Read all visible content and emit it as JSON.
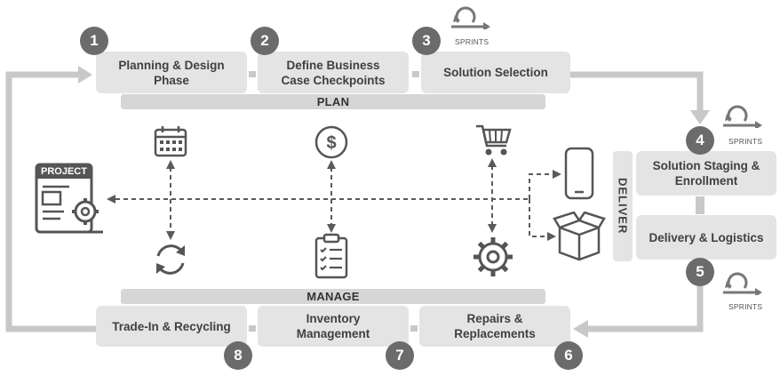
{
  "steps": [
    {
      "number": "1",
      "label": "Planning & Design\nPhase"
    },
    {
      "number": "2",
      "label": "Define Business\nCase Checkpoints"
    },
    {
      "number": "3",
      "label": "Solution Selection"
    },
    {
      "number": "4",
      "label": "Solution Staging &\nEnrollment"
    },
    {
      "number": "5",
      "label": "Delivery & Logistics"
    },
    {
      "number": "6",
      "label": "Repairs &\nReplacements"
    },
    {
      "number": "7",
      "label": "Inventory\nManagement"
    },
    {
      "number": "8",
      "label": "Trade-In & Recycling"
    }
  ],
  "bars": {
    "plan": "PLAN",
    "manage": "MANAGE",
    "deliver": "DELIVER"
  },
  "sprints": {
    "label": "SPRINTS"
  },
  "project_label": "PROJECT",
  "icons": [
    "calendar-icon",
    "dollar-icon",
    "shopping-cart-icon",
    "smartphone-icon",
    "package-box-icon",
    "refresh-cycle-icon",
    "clipboard-checklist-icon",
    "gear-icon",
    "project-document-icon",
    "sprint-loop-icon"
  ],
  "colors": {
    "box": "#e4e4e4",
    "bar": "#d6d6d6",
    "badge": "#6b6b6b",
    "flow": "#c8c8c8",
    "icon": "#555555"
  }
}
